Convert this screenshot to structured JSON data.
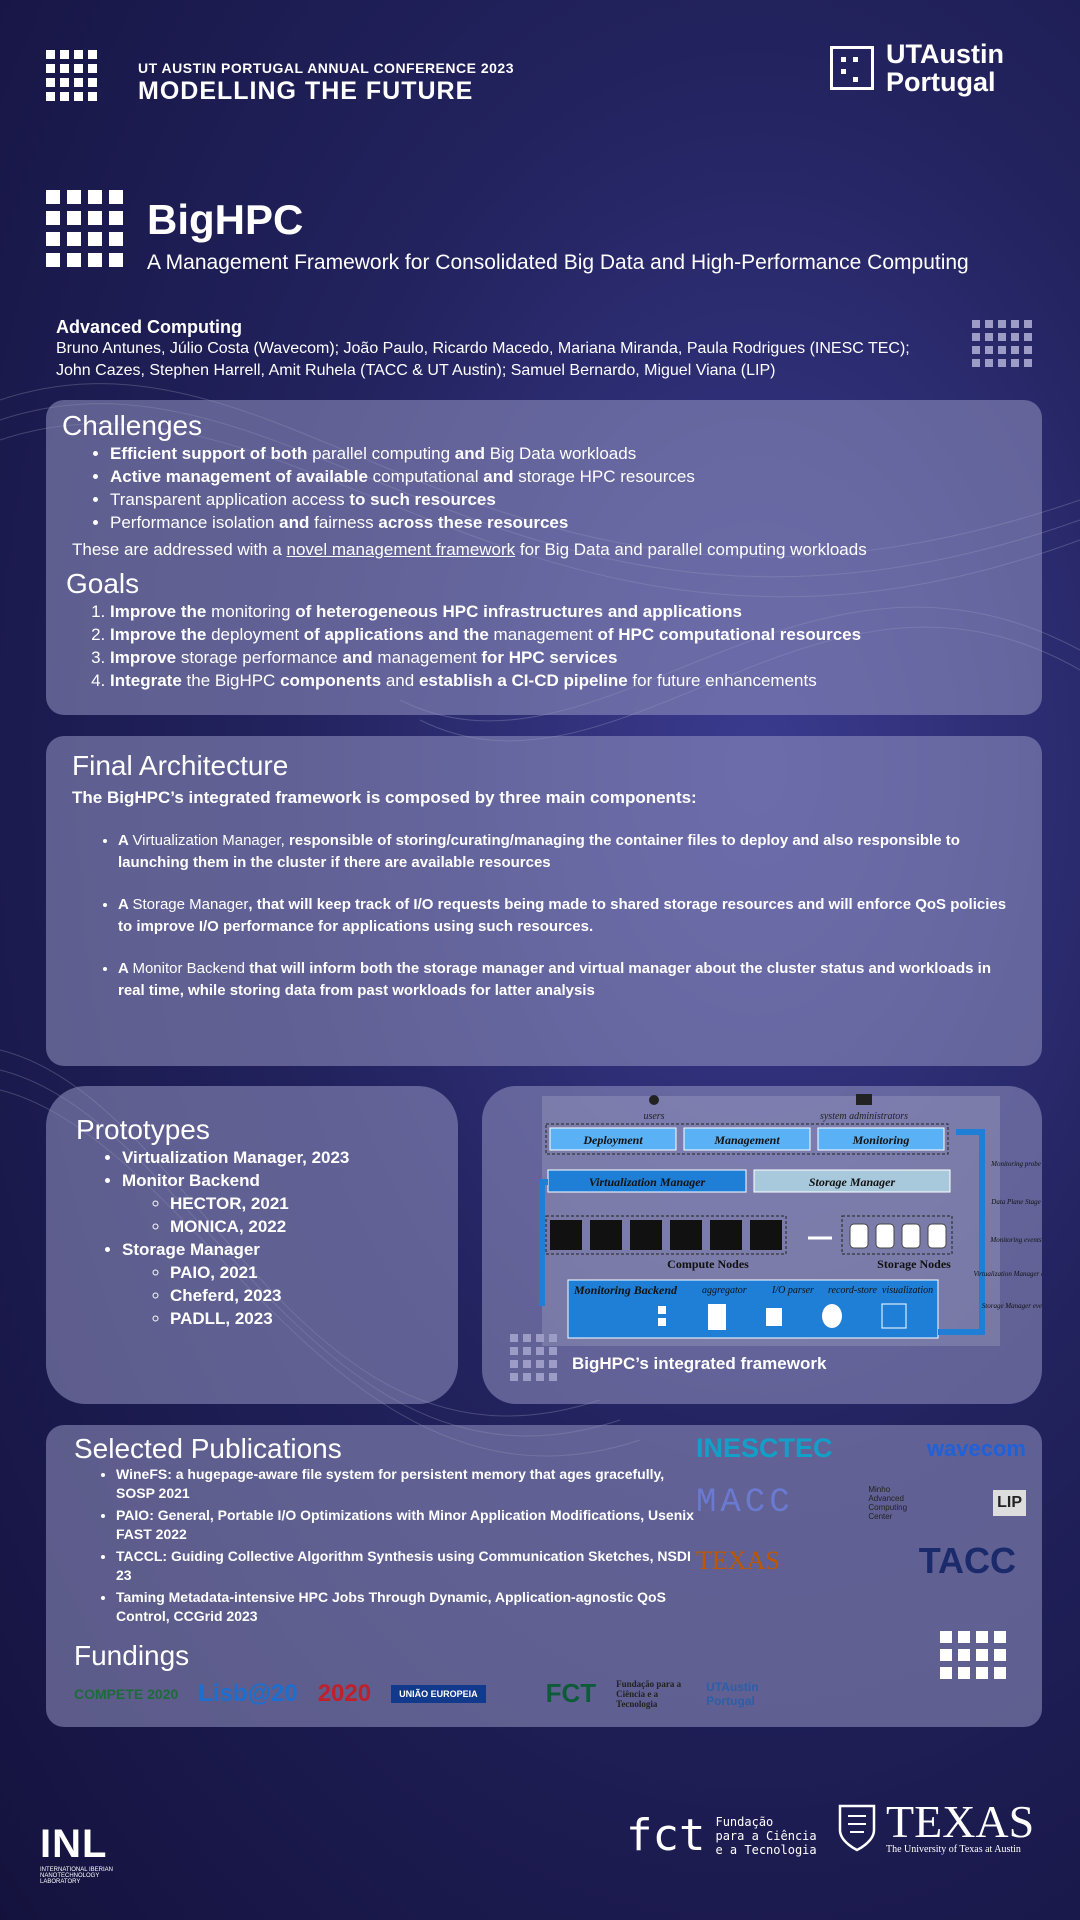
{
  "header": {
    "conference": "UT AUSTIN PORTUGAL ANNUAL CONFERENCE 2023",
    "tagline": "MODELLING THE FUTURE",
    "partner_logo": [
      "UTAustin",
      "Portugal"
    ]
  },
  "title": {
    "main": "BigHPC",
    "subtitle": "A Management Framework for Consolidated Big Data and High-Performance Computing"
  },
  "authors": {
    "category": "Advanced Computing",
    "line1": "Bruno Antunes, Júlio Costa (Wavecom); João Paulo, Ricardo Macedo, Mariana Miranda, Paula Rodrigues (INESC TEC);",
    "line2": "John Cazes, Stephen Harrell, Amit Ruhela (TACC & UT Austin); Samuel Bernardo, Miguel Viana (LIP)"
  },
  "challenges": {
    "heading": "Challenges",
    "items": [
      [
        {
          "t": "Efficient support of both",
          "b": true
        },
        {
          "t": " parallel computing ",
          "b": false
        },
        {
          "t": "and",
          "b": true
        },
        {
          "t": " Big Data workloads",
          "b": false
        }
      ],
      [
        {
          "t": "Active management of available",
          "b": true
        },
        {
          "t": " computational ",
          "b": false
        },
        {
          "t": "and",
          "b": true
        },
        {
          "t": " storage HPC resources",
          "b": false
        }
      ],
      [
        {
          "t": "Transparent application access ",
          "b": false
        },
        {
          "t": "to such resources",
          "b": true
        }
      ],
      [
        {
          "t": "Performance isolation ",
          "b": false
        },
        {
          "t": "and",
          "b": true
        },
        {
          "t": " fairness ",
          "b": false
        },
        {
          "t": "across these resources",
          "b": true
        }
      ]
    ],
    "summary_pre": "These are addressed with a ",
    "summary_link": "novel management framework",
    "summary_post": " for Big Data and parallel computing workloads"
  },
  "goals": {
    "heading": "Goals",
    "items": [
      [
        {
          "t": "Improve the",
          "b": true
        },
        {
          "t": " monitoring ",
          "b": false
        },
        {
          "t": "of heterogeneous HPC infrastructures and applications",
          "b": true
        }
      ],
      [
        {
          "t": "Improve the",
          "b": true
        },
        {
          "t": " deployment ",
          "b": false
        },
        {
          "t": "of applications and the",
          "b": true
        },
        {
          "t": " management ",
          "b": false
        },
        {
          "t": "of HPC computational resources",
          "b": true
        }
      ],
      [
        {
          "t": "Improve",
          "b": true
        },
        {
          "t": " storage performance ",
          "b": false
        },
        {
          "t": "and",
          "b": true
        },
        {
          "t": " management ",
          "b": false
        },
        {
          "t": "for HPC services",
          "b": true
        }
      ],
      [
        {
          "t": "Integrate",
          "b": true
        },
        {
          "t": " the BigHPC ",
          "b": false
        },
        {
          "t": "components",
          "b": true
        },
        {
          "t": " and ",
          "b": false
        },
        {
          "t": "establish a CI-CD pipeline",
          "b": true
        },
        {
          "t": " for future enhancements",
          "b": false
        }
      ]
    ]
  },
  "architecture": {
    "heading": "Final Architecture",
    "intro": "The BigHPC’s integrated framework is composed by three main components:",
    "items": [
      [
        {
          "t": "A ",
          "b": true
        },
        {
          "t": "Virtualization Manager, ",
          "b": false
        },
        {
          "t": "responsible of storing/curating/managing the container files to deploy and also responsible to launching them in the cluster if there are available resources",
          "b": true
        }
      ],
      [
        {
          "t": "A ",
          "b": true
        },
        {
          "t": "Storage Manager",
          "b": false
        },
        {
          "t": ", that will keep track of I/O requests being made to shared storage resources and will enforce QoS policies to improve I/O performance for applications using such resources.",
          "b": true
        }
      ],
      [
        {
          "t": "A ",
          "b": true
        },
        {
          "t": "Monitor Backend ",
          "b": false
        },
        {
          "t": "that will inform both the storage manager and virtual manager about the cluster status and workloads in real time, while storing data from past workloads for latter analysis",
          "b": true
        }
      ]
    ]
  },
  "prototypes": {
    "heading": "Prototypes",
    "vm": "Virtualization Manager, 2023",
    "mb": "Monitor Backend",
    "mb_sub": [
      "HECTOR, 2021",
      "MONICA, 2022"
    ],
    "sm": "Storage Manager",
    "sm_sub": [
      "PAIO, 2021",
      "Cheferd, 2023",
      "PADLL, 2023"
    ]
  },
  "diagram": {
    "caption": "BigHPC’s integrated framework",
    "users": "users",
    "admins": "system administrators",
    "deployment": "Deployment",
    "management": "Management",
    "monitoring": "Monitoring",
    "vm": "Virtualization Manager",
    "sm": "Storage Manager",
    "compute": "Compute Nodes",
    "storage": "Storage Nodes",
    "backend": "Monitoring Backend",
    "aggregator": "aggregator",
    "io_parser": "I/O parser",
    "record_store": "record-store",
    "visualization": "visualization",
    "side": [
      "Monitoring probe",
      "Data Plane Stage",
      "Monitoring events",
      "Virtualization Manager events",
      "Storage Manager events"
    ]
  },
  "publications": {
    "heading": "Selected Publications",
    "items": [
      "WineFS: a hugepage-aware file system for persistent memory that ages gracefully, SOSP 2021",
      "PAIO: General, Portable I/O Optimizations with Minor Application Modifications, Usenix FAST 2022",
      "TACCL: Guiding Collective Algorithm Synthesis using Communication Sketches, NSDI 23",
      "Taming Metadata-intensive HPC Jobs Through Dynamic, Application-agnostic QoS Control, CCGrid 2023"
    ]
  },
  "partners": {
    "inesc": "INESCTEC",
    "wavecom": "wavecom",
    "macc": "MACC",
    "macc_full": "Minho Advanced Computing Center",
    "lip": "LIP",
    "texas": "TEXAS",
    "tacc": "TACC"
  },
  "fundings": {
    "heading": "Fundings",
    "logos": [
      "COMPETE 2020",
      "Lisb@20",
      "2020",
      "UNIÃO EUROPEIA",
      "FCT",
      "Fundação para a Ciência e a Tecnologia",
      "UTAustin Portugal"
    ]
  },
  "footer": {
    "inl": "INL",
    "inl_sub": "INTERNATIONAL IBERIAN NANOTECHNOLOGY LABORATORY",
    "fct": "fct",
    "fct_sub": [
      "Fundação",
      "para a Ciência",
      "e a Tecnologia"
    ],
    "texas": "TEXAS",
    "texas_sub": "The University of Texas at Austin"
  }
}
